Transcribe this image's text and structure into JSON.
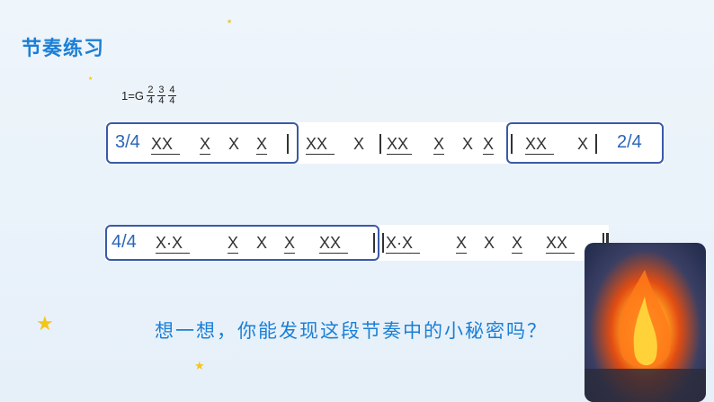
{
  "title": "节奏练习",
  "key": {
    "label": "1=G",
    "fractions": [
      [
        "2",
        "4"
      ],
      [
        "3",
        "4"
      ],
      [
        "4",
        "4"
      ]
    ]
  },
  "line1": {
    "meter_left": "3/4",
    "meter_right": "2/4",
    "groups": [
      "XX",
      "X",
      "X",
      "X",
      "XX",
      "X",
      "XX",
      "X",
      "X",
      "X",
      "XX",
      "X"
    ]
  },
  "line2": {
    "meter_left": "4/4",
    "groups": [
      "X·X",
      "X",
      "X",
      "X",
      "XX",
      "X·X",
      "X",
      "X",
      "X",
      "XX"
    ]
  },
  "question": "想一想，你能发现这段节奏中的小秘密吗？",
  "colors": {
    "accent": "#1a7fd6",
    "box": "#3a5aa6",
    "star": "#f5c518"
  },
  "decor": {
    "image": "campfire-illustration"
  }
}
